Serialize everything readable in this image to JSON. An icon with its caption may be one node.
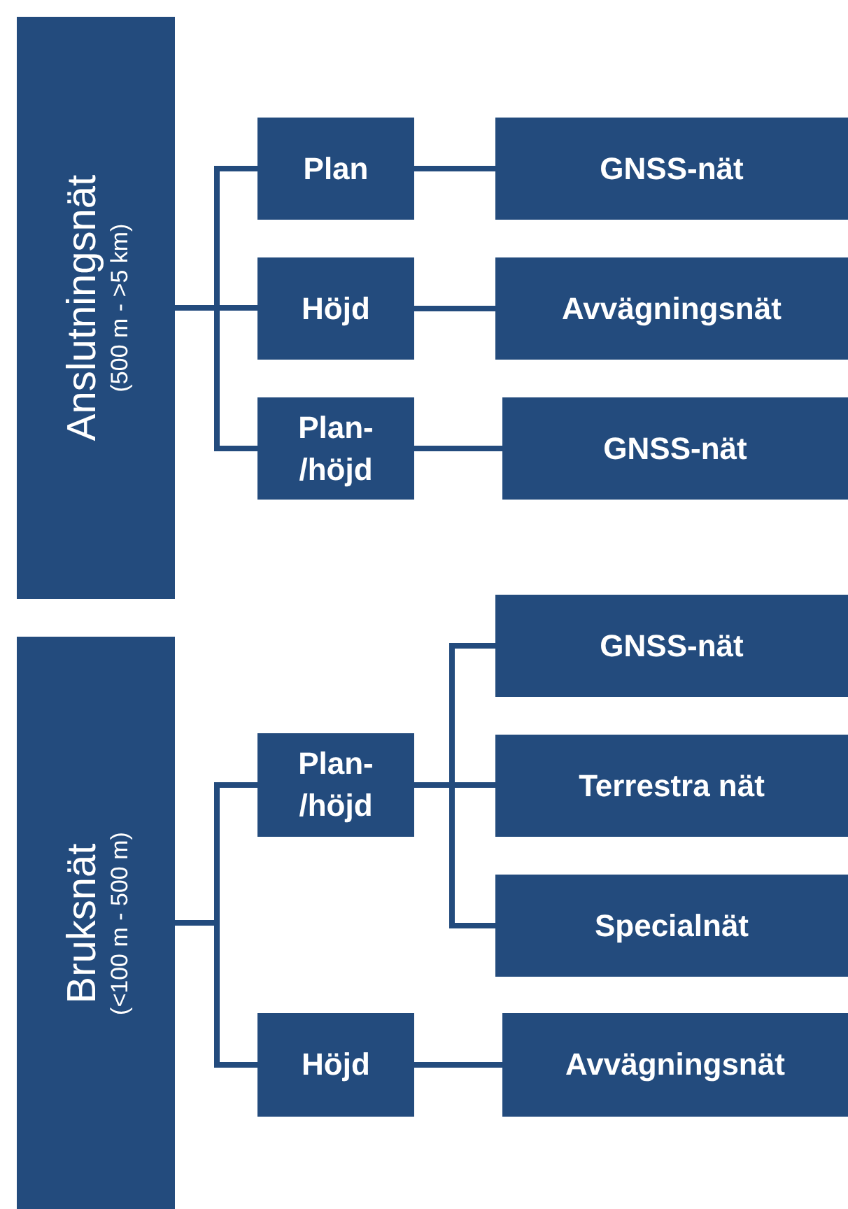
{
  "diagram": {
    "nodes": [
      {
        "text": [
          "Anslutningsnät",
          "(500 m - >5 km)"
        ]
      },
      {
        "text": [
          "Plan"
        ]
      },
      {
        "text": [
          "GNSS-nät"
        ]
      },
      {
        "text": [
          "Höjd"
        ]
      },
      {
        "text": [
          "Avvägningsnät"
        ]
      },
      {
        "text": [
          "Plan- /höjd"
        ]
      },
      {
        "text": [
          "GNSS-nät"
        ]
      },
      {
        "text": [
          "Bruksnät",
          "(<100 m - 500 m)"
        ]
      },
      {
        "text": [
          "Plan- /höjd"
        ]
      },
      {
        "text": [
          "GNSS-nät"
        ]
      },
      {
        "text": [
          "Terrestra nät"
        ]
      },
      {
        "text": [
          "Specialnät"
        ]
      },
      {
        "text": [
          "Höjd"
        ]
      },
      {
        "text": [
          "Avvägningsnät"
        ]
      }
    ],
    "edges": [
      {
        "from": 0,
        "to": 1,
        "arrow": "none"
      },
      {
        "from": 0,
        "to": 3,
        "arrow": "none"
      },
      {
        "from": 0,
        "to": 5,
        "arrow": "none"
      },
      {
        "from": 1,
        "to": 2,
        "arrow": "none"
      },
      {
        "from": 3,
        "to": 4,
        "arrow": "none"
      },
      {
        "from": 5,
        "to": 6,
        "arrow": "none"
      },
      {
        "from": 7,
        "to": 8,
        "arrow": "none"
      },
      {
        "from": 7,
        "to": 12,
        "arrow": "none"
      },
      {
        "from": 8,
        "to": 9,
        "arrow": "none"
      },
      {
        "from": 8,
        "to": 10,
        "arrow": "none"
      },
      {
        "from": 8,
        "to": 11,
        "arrow": "none"
      },
      {
        "from": 12,
        "to": 13,
        "arrow": "none"
      }
    ]
  }
}
